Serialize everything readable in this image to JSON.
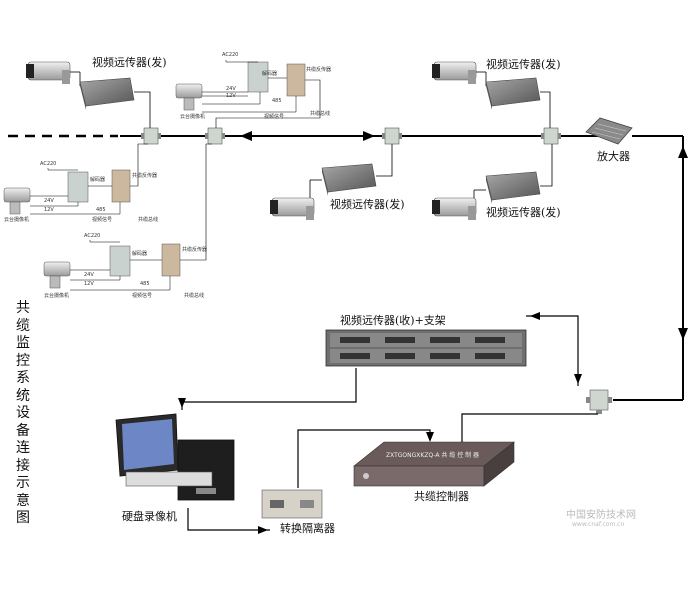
{
  "labels": {
    "transmitter": "视频远传器(发)",
    "amplifier": "放大器",
    "receiver_rack": "视频远传器(收)+支架",
    "dvr": "硬盘录像机",
    "isolator": "转换隔离器",
    "controller": "共缆控制器",
    "ac220": "AC220",
    "v24": "24V",
    "v12": "12V",
    "ptz_camera": "云台摄像机",
    "decoder": "解码器",
    "video_signal": "视频信号",
    "cable_return": "共缆反传器",
    "cable_lead": "共缆总线",
    "rs485": "485",
    "controller_panel": "ZXTGONGXKZQ-A 共 缆 控 制 器"
  },
  "title_vertical": "共缆监控系统设备连接示意图",
  "watermark": {
    "site": "中国安防技术网",
    "url": "www.cnaf.com.cn"
  },
  "colors": {
    "line": "#000000",
    "device_body": "#7d7d7d",
    "amplifier_body": "#8a8a8a",
    "controller_body": "#6a5a5a"
  }
}
